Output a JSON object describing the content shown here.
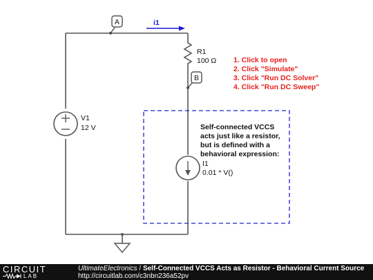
{
  "schematic": {
    "node_a": "A",
    "node_b": "B",
    "current_label": "i1",
    "resistor": {
      "name": "R1",
      "value": "100 Ω"
    },
    "voltage_source": {
      "name": "V1",
      "value": "12 V"
    },
    "current_source": {
      "name": "I1",
      "expression": "0.01 * V()"
    },
    "instructions": [
      "1. Click to open",
      "2. Click \"Simulate\"",
      "3. Click \"Run DC Solver\"",
      "4. Click \"Run DC Sweep\""
    ],
    "note_lines": [
      "Self-connected VCCS",
      "acts just like a resistor,",
      "but is defined with a",
      "behavioral expression:"
    ],
    "colors": {
      "wire": "#555555",
      "instructions": "#e8211d",
      "current": "#1a1ad6",
      "dash_box": "#2222cc"
    }
  },
  "footer": {
    "logo_top": "CIRCUIT",
    "logo_bottom": "LAB",
    "author": "UltimateElectronics",
    "separator": " / ",
    "title": "Self-Connected VCCS Acts as Resistor - Behavioral Current Source",
    "url": "http://circuitlab.com/c3nbn236a52pv"
  }
}
